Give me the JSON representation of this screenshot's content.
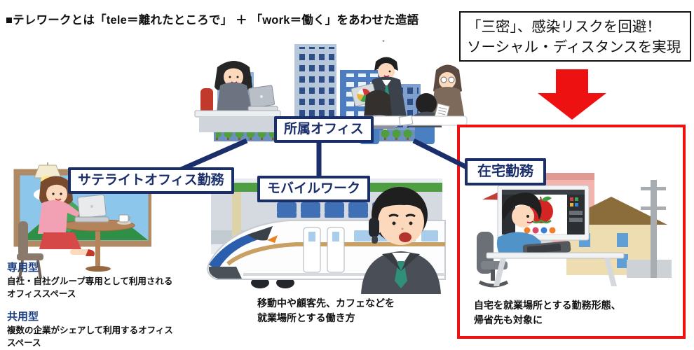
{
  "title": "■テレワークとは「tele＝離れたところで」 ＋ 「work＝働く」をあわせた造語",
  "callout": {
    "line1": "「三密」、感染リスクを回避！",
    "line2": "ソーシャル・ディスタンスを実現"
  },
  "nodes": {
    "office_label": "所属オフィス",
    "satellite_label": "サテライトオフィス勤務",
    "mobile_label": "モバイルワーク",
    "home_label": "在宅勤務"
  },
  "satellite_notes": {
    "dedicated_title": "専用型",
    "dedicated_line1": "自社・自社グループ専用として利用される",
    "dedicated_line2": "オフィススペース",
    "shared_title": "共用型",
    "shared_line1": "複数の企業がシェアして利用するオフィス",
    "shared_line2": "スペース"
  },
  "mobile_note": {
    "line1": "移動中や顧客先、カフェなどを",
    "line2": "就業場所とする働き方"
  },
  "home_note": {
    "line1": "自宅を就業場所とする勤務形態、",
    "line2": "帰省先も対象に"
  },
  "colors": {
    "navy": "#1a2e6a",
    "red": "#ee1111",
    "heading_blue": "#1b3e80"
  }
}
